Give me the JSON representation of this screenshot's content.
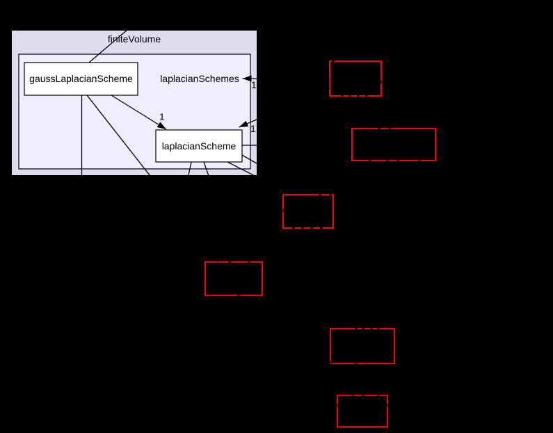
{
  "diagram": {
    "type": "directory-dependency-graph",
    "clusters": {
      "outer": {
        "label": "finiteVolume"
      },
      "inner": {
        "label": "laplacianSchemes"
      }
    },
    "nodes": [
      {
        "id": "gauss",
        "label": "gaussLaplacianScheme"
      },
      {
        "id": "laplacian",
        "label": "laplacianScheme"
      }
    ],
    "dependency_boxes": [
      {
        "id": "dep-1",
        "label": ""
      },
      {
        "id": "dep-2",
        "label": ""
      },
      {
        "id": "dep-3",
        "label": ""
      },
      {
        "id": "dep-4",
        "label": ""
      },
      {
        "id": "dep-5",
        "label": ""
      },
      {
        "id": "dep-6",
        "label": ""
      }
    ],
    "edges": [
      {
        "from": "gaussLaplacianScheme",
        "to": "laplacianScheme",
        "label": "1"
      },
      {
        "from": "dep-1",
        "to": "laplacianSchemes",
        "label": "1"
      },
      {
        "from": "dep-1",
        "to": "laplacianScheme",
        "label": "1"
      }
    ],
    "colors": {
      "background": "#000000",
      "outer_cluster_fill": "#ddddee",
      "inner_cluster_fill": "#eeeeff",
      "node_fill": "#ffffff",
      "node_border": "#000000",
      "edge": "#000000",
      "dependency_box_border": "#ff0000",
      "text": "#000000"
    }
  }
}
